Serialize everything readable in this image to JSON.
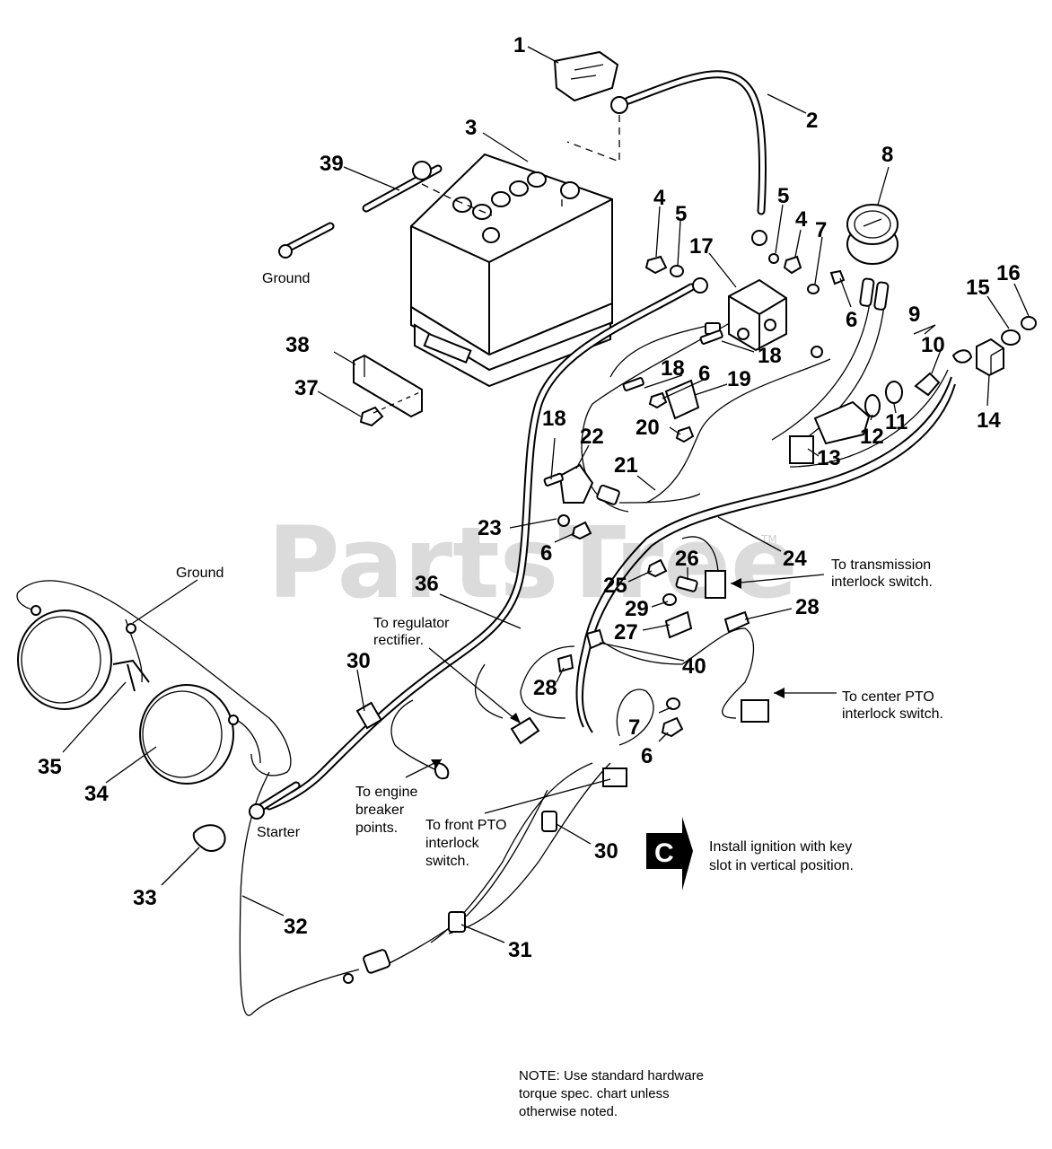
{
  "watermark": "PartsTree",
  "watermark_tm": "TM",
  "callouts": [
    {
      "n": "1"
    },
    {
      "n": "2"
    },
    {
      "n": "3"
    },
    {
      "n": "39"
    },
    {
      "n": "4"
    },
    {
      "n": "5"
    },
    {
      "n": "8"
    },
    {
      "n": "17"
    },
    {
      "n": "5"
    },
    {
      "n": "4"
    },
    {
      "n": "7"
    },
    {
      "n": "6"
    },
    {
      "n": "15"
    },
    {
      "n": "16"
    },
    {
      "n": "9"
    },
    {
      "n": "10"
    },
    {
      "n": "14"
    },
    {
      "n": "38"
    },
    {
      "n": "37"
    },
    {
      "n": "18"
    },
    {
      "n": "18"
    },
    {
      "n": "6"
    },
    {
      "n": "19"
    },
    {
      "n": "20"
    },
    {
      "n": "12"
    },
    {
      "n": "11"
    },
    {
      "n": "13"
    },
    {
      "n": "18"
    },
    {
      "n": "22"
    },
    {
      "n": "21"
    },
    {
      "n": "23"
    },
    {
      "n": "6"
    },
    {
      "n": "24"
    },
    {
      "n": "26"
    },
    {
      "n": "25"
    },
    {
      "n": "29"
    },
    {
      "n": "28"
    },
    {
      "n": "27"
    },
    {
      "n": "36"
    },
    {
      "n": "40"
    },
    {
      "n": "30"
    },
    {
      "n": "28"
    },
    {
      "n": "7"
    },
    {
      "n": "6"
    },
    {
      "n": "35"
    },
    {
      "n": "34"
    },
    {
      "n": "33"
    },
    {
      "n": "32"
    },
    {
      "n": "30"
    },
    {
      "n": "31"
    }
  ],
  "labels": {
    "ground_top": "Ground",
    "ground_left": "Ground",
    "trans_1": "To transmission",
    "trans_2": "interlock switch.",
    "reg_1": "To regulator",
    "reg_2": "rectifier.",
    "pto_center_1": "To center PTO",
    "pto_center_2": "interlock switch.",
    "engine_1": "To engine",
    "engine_2": "breaker",
    "engine_3": "points.",
    "starter": "Starter",
    "pto_front_1": "To front PTO",
    "pto_front_2": "interlock",
    "pto_front_3": "switch.",
    "install_1": "Install ignition with key",
    "install_2": "slot in vertical position.",
    "badge": "C",
    "note_1": "NOTE:  Use standard hardware",
    "note_2": "torque spec. chart unless",
    "note_3": "otherwise noted."
  }
}
